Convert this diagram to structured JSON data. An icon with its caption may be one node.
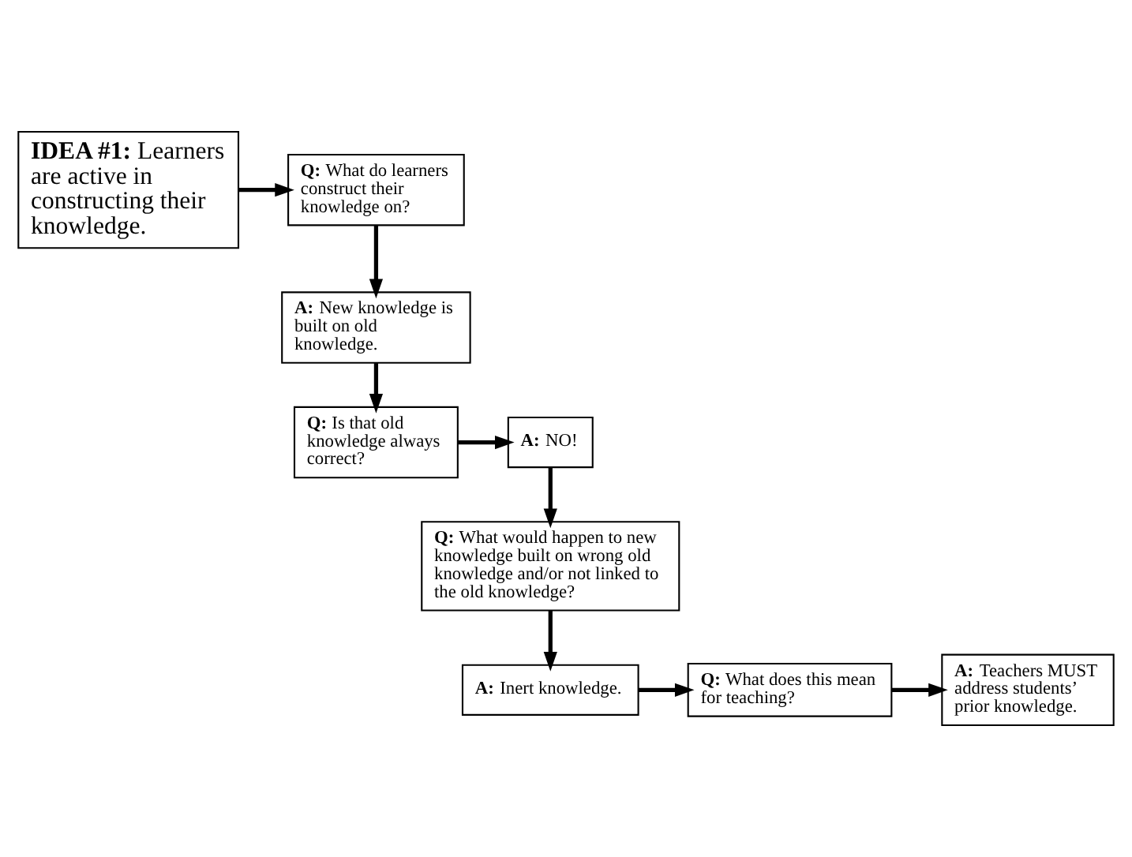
{
  "diagram": {
    "nodes": [
      {
        "text": [
          "**IDEA #1:** Learners are active in constructing their knowledge."
        ]
      },
      {
        "text": [
          "**Q:** What do learners construct their knowledge on?"
        ]
      },
      {
        "text": [
          "**A:** New knowledge is built on old knowledge."
        ]
      },
      {
        "text": [
          "**Q:** Is that old knowledge always correct?"
        ]
      },
      {
        "text": [
          "**A:** NO!"
        ]
      },
      {
        "text": [
          "**Q:** What would happen to new knowledge built on wrong old knowledge and/or not linked to the old knowledge?"
        ]
      },
      {
        "text": [
          "**A:** Inert knowledge."
        ]
      },
      {
        "text": [
          "**Q:** What does this mean for teaching?"
        ]
      },
      {
        "text": [
          "**A:** Teachers MUST address students’ prior knowledge."
        ]
      }
    ],
    "edges": [
      {
        "from": 0,
        "to": 1,
        "arrow": "to"
      },
      {
        "from": 1,
        "to": 2,
        "arrow": "to"
      },
      {
        "from": 2,
        "to": 3,
        "arrow": "to"
      },
      {
        "from": 3,
        "to": 4,
        "arrow": "to"
      },
      {
        "from": 4,
        "to": 5,
        "arrow": "to"
      },
      {
        "from": 5,
        "to": 6,
        "arrow": "to"
      },
      {
        "from": 6,
        "to": 7,
        "arrow": "to"
      },
      {
        "from": 7,
        "to": 8,
        "arrow": "to"
      }
    ]
  }
}
